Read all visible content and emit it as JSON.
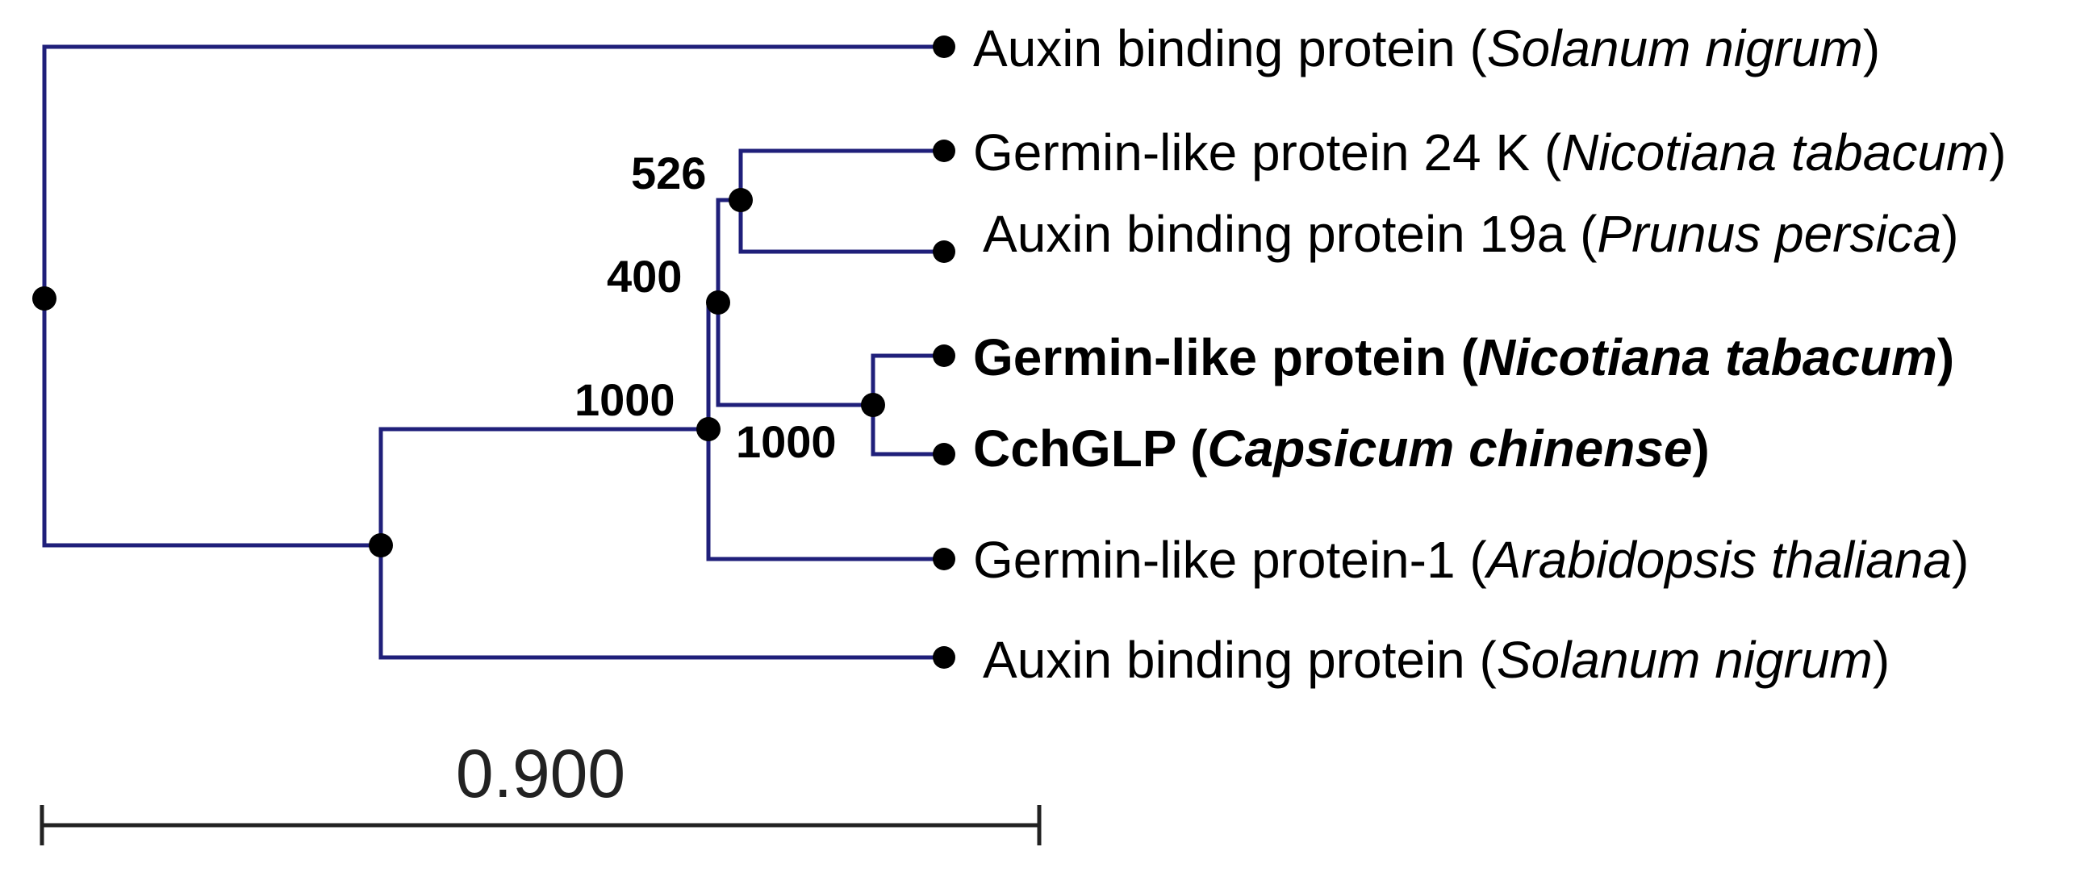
{
  "tree": {
    "leaves": [
      {
        "id": "L1",
        "prefix": "Auxin binding protein (",
        "species": "Solanum nigrum",
        "suffix": ")",
        "bold": false
      },
      {
        "id": "L2",
        "prefix": "Germin-like protein 24 K (",
        "species": "Nicotiana tabacum",
        "suffix": ")",
        "bold": false
      },
      {
        "id": "L3",
        "prefix": "Auxin binding protein 19a (",
        "species": "Prunus persica",
        "suffix": ")",
        "bold": false
      },
      {
        "id": "L4",
        "prefix": "Germin-like protein (",
        "species": "Nicotiana tabacum",
        "suffix": ")",
        "bold": true
      },
      {
        "id": "L5",
        "prefix": "CchGLP (",
        "species": "Capsicum chinense",
        "suffix": ")",
        "bold": true
      },
      {
        "id": "L6",
        "prefix": "Germin-like protein-1 (",
        "species": "Arabidopsis thaliana",
        "suffix": ")",
        "bold": false
      },
      {
        "id": "L7",
        "prefix": "Auxin binding protein (",
        "species": "Solanum nigrum",
        "suffix": ")",
        "bold": false
      }
    ],
    "support_values": {
      "n526": "526",
      "n400": "400",
      "n1000a": "1000",
      "n1000b": "1000"
    },
    "scale_bar": {
      "label": "0.900",
      "value": 0.9
    },
    "colors": {
      "branch": "#1f1f7a",
      "node": "#000000"
    }
  }
}
